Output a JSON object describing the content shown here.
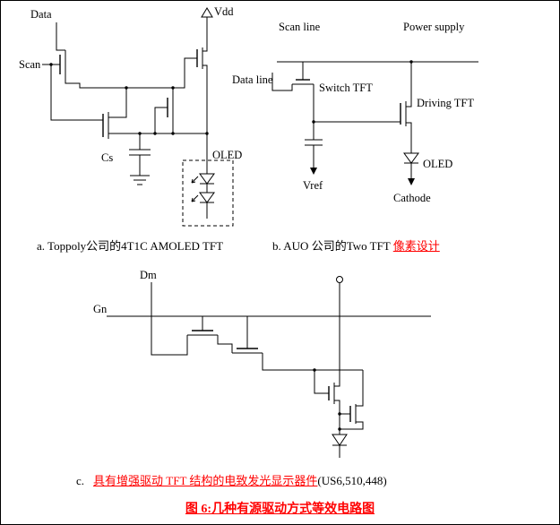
{
  "colors": {
    "accent_red": "#ff0000",
    "line_black": "#000000",
    "background": "#ffffff"
  },
  "circuit_a": {
    "labels": {
      "data": "Data",
      "scan": "Scan",
      "vdd": "Vdd",
      "cs": "Cs",
      "oled": "OLED"
    },
    "caption": "a. Toppoly公司的4T1C AMOLED TFT"
  },
  "circuit_b": {
    "labels": {
      "scan_line": "Scan line",
      "power_supply": "Power supply",
      "data_line": "Data line",
      "switch_tft": "Switch TFT",
      "driving_tft": "Driving TFT",
      "oled": "OLED",
      "vref": "Vref",
      "cathode": "Cathode"
    },
    "caption_black": "b. AUO 公司的Two TFT ",
    "caption_red": "像素设计"
  },
  "circuit_c": {
    "labels": {
      "dm": "Dm",
      "gn": "Gn"
    },
    "caption_prefix": "c.",
    "caption_red": "具有增强驱动 TFT 结构的电致发光显示器件",
    "caption_suffix": "(US6,510,448)"
  },
  "figure_caption": "图 6:几种有源驱动方式等效电路图"
}
